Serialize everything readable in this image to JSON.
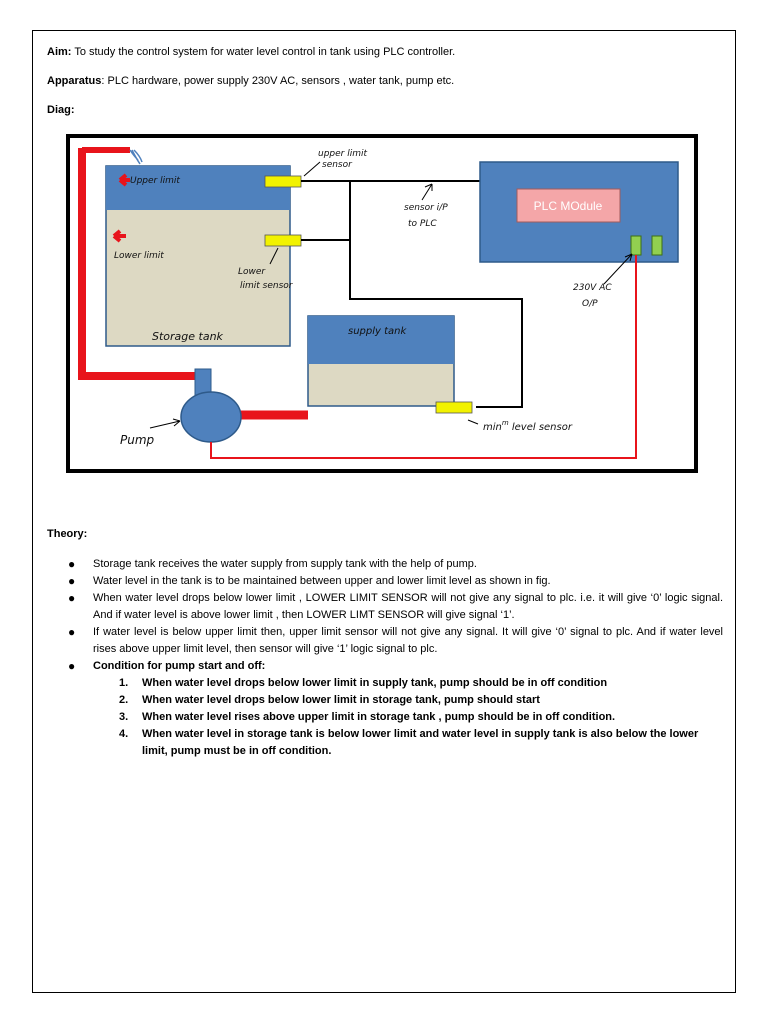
{
  "aim": {
    "label": "Aim:",
    "text": "To study the control system for water level control in tank using PLC controller."
  },
  "apparatus": {
    "label": "Apparatus",
    "text": ": PLC hardware, power supply 230V AC, sensors , water tank, pump etc."
  },
  "diag_heading": "Diag:",
  "diagram": {
    "upper_limit": "Upper limit",
    "lower_limit": "Lower limit",
    "storage_tank": "Storage tank",
    "upper_sensor_l1": "upper limit",
    "upper_sensor_l2": "sensor",
    "lower_sensor_l1": "Lower",
    "lower_sensor_l2": "limit sensor",
    "sensor_ip_l1": "sensor i/P",
    "sensor_ip_l2": "to PLC",
    "plc_module": "PLC MOdule",
    "ac_l1": "230V AC",
    "ac_l2": "O/P",
    "supply_tank": "supply tank",
    "pump": "Pump",
    "min_level_prefix": "min",
    "min_level_sup": "m",
    "min_level_suffix": " level sensor",
    "colors": {
      "tank_water": "#4f81bd",
      "tank_body": "#ddd9c3",
      "pipe": "#e8141b",
      "sensor": "#f2f200",
      "plc_output": "#92d050",
      "plc_label_bg": "#f4a6a8"
    }
  },
  "theory_heading": "Theory:",
  "theory": [
    "Storage tank receives the water supply from supply tank with the help of pump.",
    "Water level in the tank is to be maintained between upper and lower limit level as shown in fig.",
    "When water level drops below lower limit , LOWER LIMIT SENSOR will not give any signal to plc. i.e. it will give ‘0’ logic signal. And if water level is above lower limit , then LOWER LIMT SENSOR will give signal ‘1’.",
    "If water level is below upper limit then, upper limit sensor will not give any signal. It will give ‘0’ signal to plc. And if water level rises above upper limit level, then sensor will give ‘1’ logic signal to plc."
  ],
  "condition_heading": "Condition for pump start and off:",
  "conditions": [
    {
      "num": "1.",
      "text": "When water level drops below lower limit in supply tank, pump should be in off condition"
    },
    {
      "num": "2.",
      "text": "When water level drops below lower limit in storage tank, pump should start"
    },
    {
      "num": "3.",
      "text": "When water level rises above upper limit in storage tank , pump should be in off condition."
    },
    {
      "num": "4.",
      "text": "When water level in storage tank is below lower limit and water level in supply tank is also below the lower limit, pump must be in off condition."
    }
  ]
}
